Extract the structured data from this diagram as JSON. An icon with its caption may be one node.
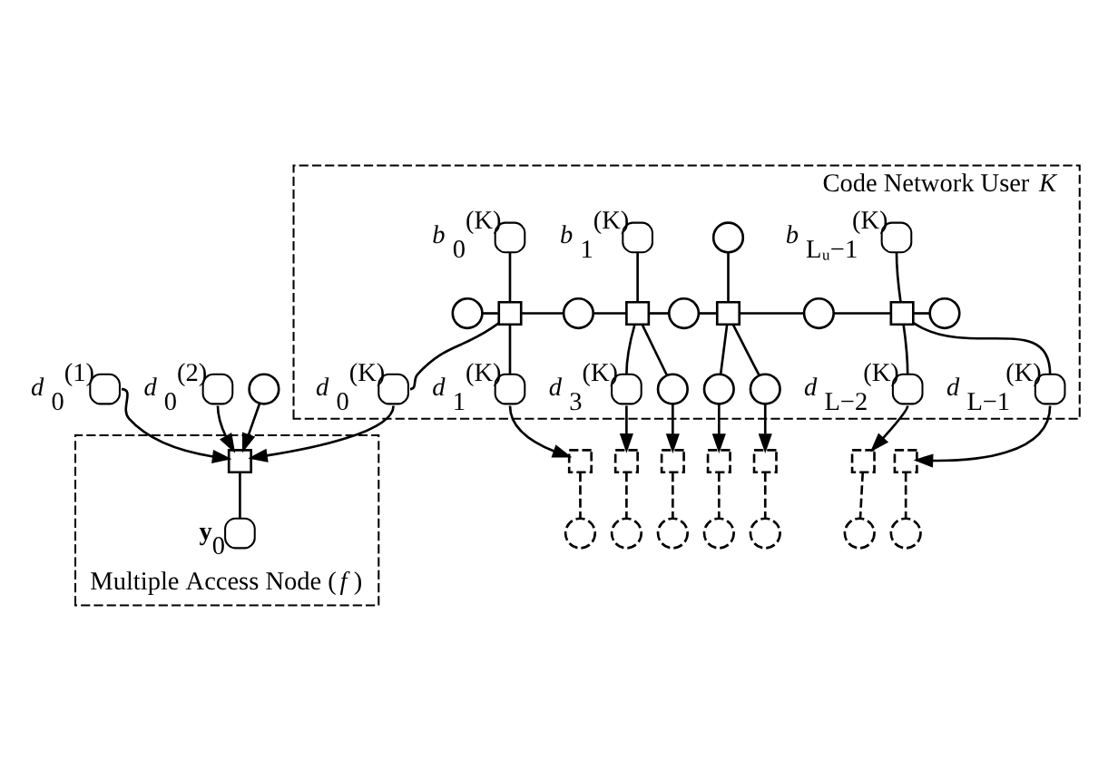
{
  "diagram": {
    "nodes": [
      {
        "text": [
          "Code Network User *K*"
        ]
      },
      {
        "text": [],
        "shape": "circle",
        "in": 0,
        "beside": [
          "*b*$_{0}$$^{(K)}$"
        ]
      },
      {
        "text": [],
        "shape": "circle",
        "in": 0,
        "beside": [
          "*b*$_{1}$$^{(K)}$"
        ]
      },
      {
        "text": [],
        "shape": "circle",
        "in": 0
      },
      {
        "text": [],
        "shape": "circle",
        "in": 0,
        "beside": [
          "*b*$_{Lᵤ−1}$$^{(K)}$"
        ]
      },
      {
        "text": [],
        "shape": "circle",
        "in": 0
      },
      {
        "text": [],
        "shape": "box",
        "in": 0
      },
      {
        "text": [],
        "shape": "circle",
        "in": 0
      },
      {
        "text": [],
        "shape": "box",
        "in": 0
      },
      {
        "text": [],
        "shape": "circle",
        "in": 0
      },
      {
        "text": [],
        "shape": "box",
        "in": 0
      },
      {
        "text": [],
        "shape": "circle",
        "in": 0
      },
      {
        "text": [],
        "shape": "box",
        "in": 0
      },
      {
        "text": [],
        "shape": "circle",
        "in": 0
      },
      {
        "text": [],
        "shape": "circle",
        "in": 0,
        "beside": [
          "*d*$_{0}$$^{(K)}$"
        ]
      },
      {
        "text": [],
        "shape": "circle",
        "in": 0,
        "beside": [
          "*d*$_{1}$$^{(K)}$"
        ]
      },
      {
        "text": [],
        "shape": "circle",
        "in": 0,
        "beside": [
          "*d*$_{3}$$^{(K)}$"
        ]
      },
      {
        "text": [],
        "shape": "circle",
        "in": 0
      },
      {
        "text": [],
        "shape": "circle",
        "in": 0
      },
      {
        "text": [],
        "shape": "circle",
        "in": 0
      },
      {
        "text": [],
        "shape": "circle",
        "in": 0,
        "beside": [
          "*d*$_{L−2}$$^{(K)}$"
        ]
      },
      {
        "text": [],
        "shape": "circle",
        "in": 0,
        "beside": [
          "*d*$_{L−1}$$^{(K)}$"
        ]
      },
      {
        "text": [
          "Multiple Access Node (*f*)"
        ]
      },
      {
        "text": [],
        "shape": "box",
        "in": 22
      },
      {
        "text": [],
        "shape": "circle",
        "in": 22,
        "beside": [
          "**y**$_{0}$"
        ]
      },
      {
        "text": [],
        "shape": "circle",
        "beside": [
          "*d*$_{0}$$^{(1)}$"
        ]
      },
      {
        "text": [],
        "shape": "circle",
        "beside": [
          "*d*$_{0}$$^{(2)}$"
        ]
      },
      {
        "text": [],
        "shape": "circle"
      },
      {
        "text": [],
        "shape": "box"
      },
      {
        "text": [],
        "shape": "box"
      },
      {
        "text": [],
        "shape": "box"
      },
      {
        "text": [],
        "shape": "box"
      },
      {
        "text": [],
        "shape": "box"
      },
      {
        "text": [],
        "shape": "box"
      },
      {
        "text": [],
        "shape": "box"
      },
      {
        "text": [],
        "shape": "circle"
      },
      {
        "text": [],
        "shape": "circle"
      },
      {
        "text": [],
        "shape": "circle"
      },
      {
        "text": [],
        "shape": "circle"
      },
      {
        "text": [],
        "shape": "circle"
      },
      {
        "text": [],
        "shape": "circle"
      },
      {
        "text": [],
        "shape": "circle"
      }
    ],
    "edges": [
      {
        "from": 1,
        "to": 6,
        "arrow": "none"
      },
      {
        "from": 2,
        "to": 8,
        "arrow": "none"
      },
      {
        "from": 3,
        "to": 10,
        "arrow": "none"
      },
      {
        "from": 4,
        "to": 12,
        "arrow": "none"
      },
      {
        "from": 5,
        "to": 6,
        "arrow": "none"
      },
      {
        "from": 6,
        "to": 7,
        "arrow": "none"
      },
      {
        "from": 7,
        "to": 8,
        "arrow": "none"
      },
      {
        "from": 8,
        "to": 9,
        "arrow": "none"
      },
      {
        "from": 9,
        "to": 10,
        "arrow": "none"
      },
      {
        "from": 10,
        "to": 11,
        "arrow": "none"
      },
      {
        "from": 11,
        "to": 12,
        "arrow": "none"
      },
      {
        "from": 12,
        "to": 13,
        "arrow": "none"
      },
      {
        "from": 6,
        "to": 14,
        "arrow": "none"
      },
      {
        "from": 6,
        "to": 15,
        "arrow": "none"
      },
      {
        "from": 8,
        "to": 16,
        "arrow": "none"
      },
      {
        "from": 8,
        "to": 17,
        "arrow": "none"
      },
      {
        "from": 10,
        "to": 18,
        "arrow": "none"
      },
      {
        "from": 10,
        "to": 19,
        "arrow": "none"
      },
      {
        "from": 12,
        "to": 20,
        "arrow": "none"
      },
      {
        "from": 12,
        "to": 21,
        "arrow": "none"
      },
      {
        "from": 25,
        "to": 23,
        "arrow": "to"
      },
      {
        "from": 26,
        "to": 23,
        "arrow": "to"
      },
      {
        "from": 27,
        "to": 23,
        "arrow": "to"
      },
      {
        "from": 14,
        "to": 23,
        "arrow": "to"
      },
      {
        "from": 23,
        "to": 24,
        "arrow": "none"
      },
      {
        "from": 15,
        "to": 28,
        "arrow": "to"
      },
      {
        "from": 16,
        "to": 29,
        "arrow": "to"
      },
      {
        "from": 17,
        "to": 30,
        "arrow": "to"
      },
      {
        "from": 18,
        "to": 31,
        "arrow": "to"
      },
      {
        "from": 19,
        "to": 32,
        "arrow": "to"
      },
      {
        "from": 20,
        "to": 33,
        "arrow": "to"
      },
      {
        "from": 21,
        "to": 34,
        "arrow": "to"
      },
      {
        "from": 28,
        "to": 35,
        "arrow": "none",
        "style": "dashed"
      },
      {
        "from": 29,
        "to": 36,
        "arrow": "none",
        "style": "dashed"
      },
      {
        "from": 30,
        "to": 37,
        "arrow": "none",
        "style": "dashed"
      },
      {
        "from": 31,
        "to": 38,
        "arrow": "none",
        "style": "dashed"
      },
      {
        "from": 32,
        "to": 39,
        "arrow": "none",
        "style": "dashed"
      },
      {
        "from": 33,
        "to": 40,
        "arrow": "none",
        "style": "dashed"
      },
      {
        "from": 34,
        "to": 41,
        "arrow": "none",
        "style": "dashed"
      }
    ]
  }
}
